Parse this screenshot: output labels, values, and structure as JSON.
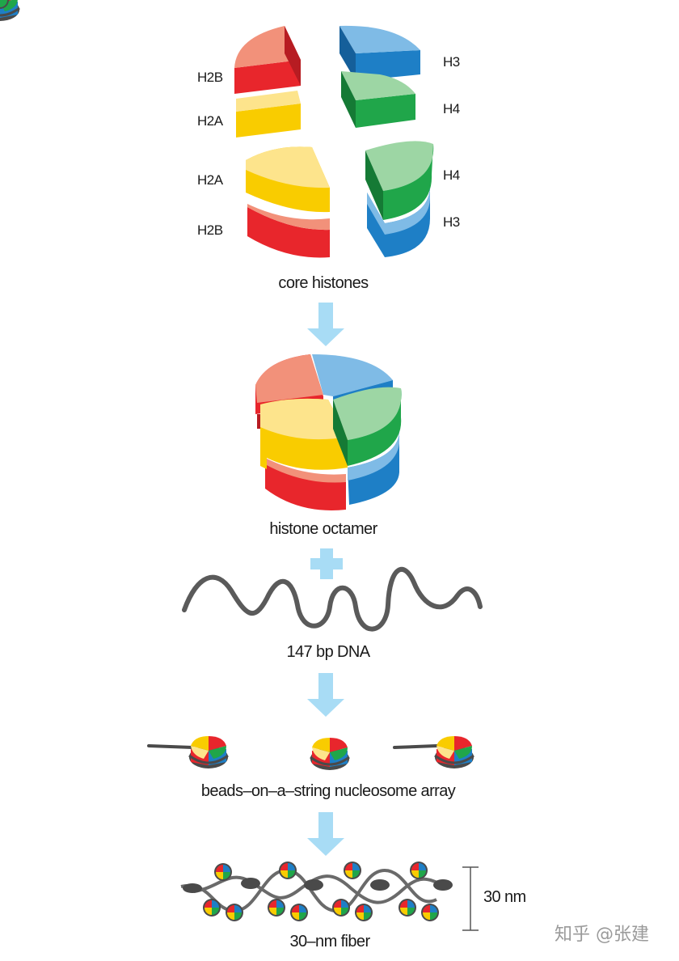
{
  "histone_labels": {
    "top_left_upper": "H2B",
    "top_left_lower": "H2A",
    "top_right_upper": "H3",
    "top_right_lower": "H4",
    "bottom_left_upper": "H2A",
    "bottom_left_lower": "H2B",
    "bottom_right_upper": "H4",
    "bottom_right_lower": "H3"
  },
  "captions": {
    "core_histones": "core histones",
    "histone_octamer": "histone octamer",
    "dna": "147 bp DNA",
    "beads": "beads–on–a–string nucleosome array",
    "fiber": "30–nm fiber"
  },
  "scale_label": "30 nm",
  "watermark": "知乎 @张建",
  "colors": {
    "H2A": "#f9cc00",
    "H2B": "#e8262c",
    "H3": "#1e7fc6",
    "H4": "#20a64a",
    "arrow": "#a8dcf5",
    "dna": "#5a5a5a"
  }
}
